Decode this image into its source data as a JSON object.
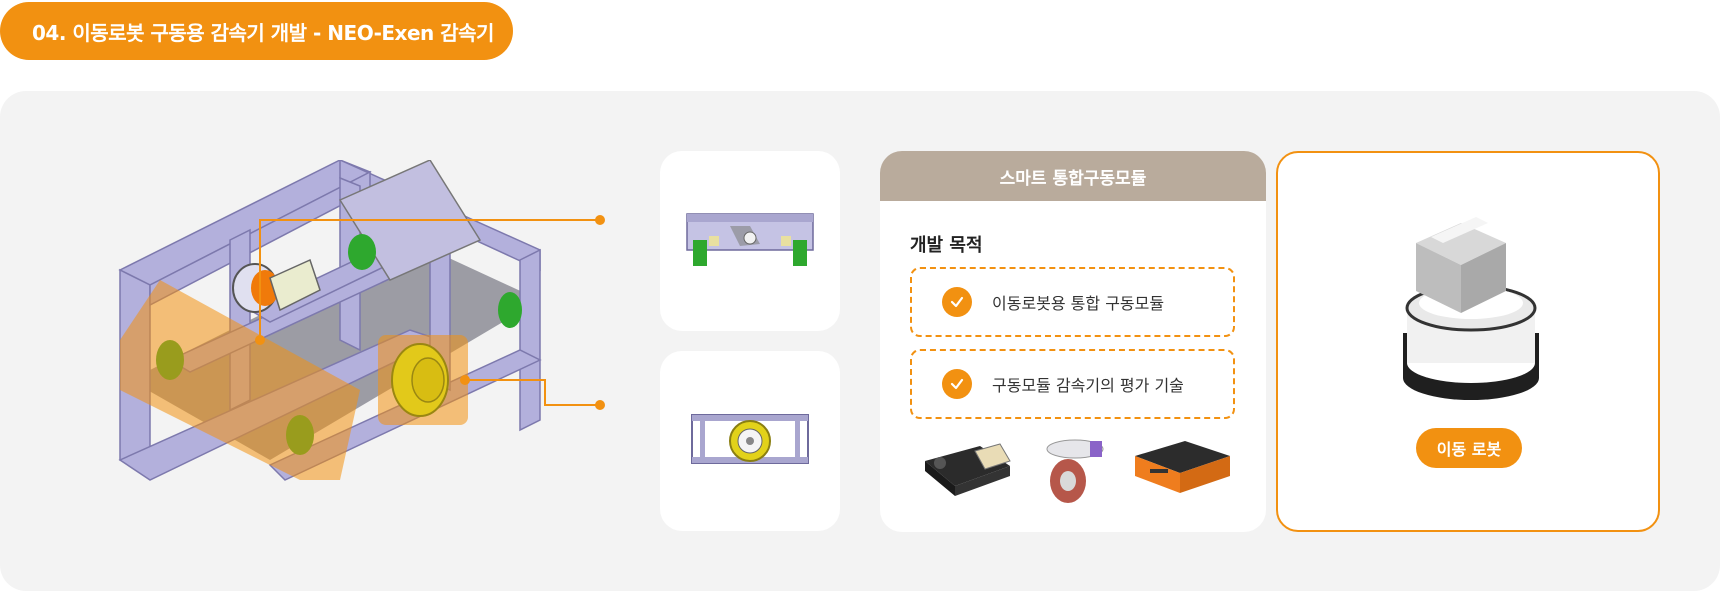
{
  "header": {
    "title": "04. 이동로봇 구동용 감속기 개발 - NEO-Exen 감속기"
  },
  "module_card": {
    "heading": "스마트 통합구동모듈",
    "purpose_label": "개발 목적",
    "items": [
      {
        "text": "이동로봇용 통합 구동모듈"
      },
      {
        "text": "구동모듈 감속기의 평가 기술"
      }
    ]
  },
  "robot_card": {
    "label": "이동 로봇"
  },
  "colors": {
    "accent": "#f29111",
    "module_header": "#b9ab9c",
    "panel_bg": "#f3f3f3",
    "frame": "#a9a6cf"
  },
  "icons": {
    "check": "check-icon",
    "box": "box-icon"
  }
}
